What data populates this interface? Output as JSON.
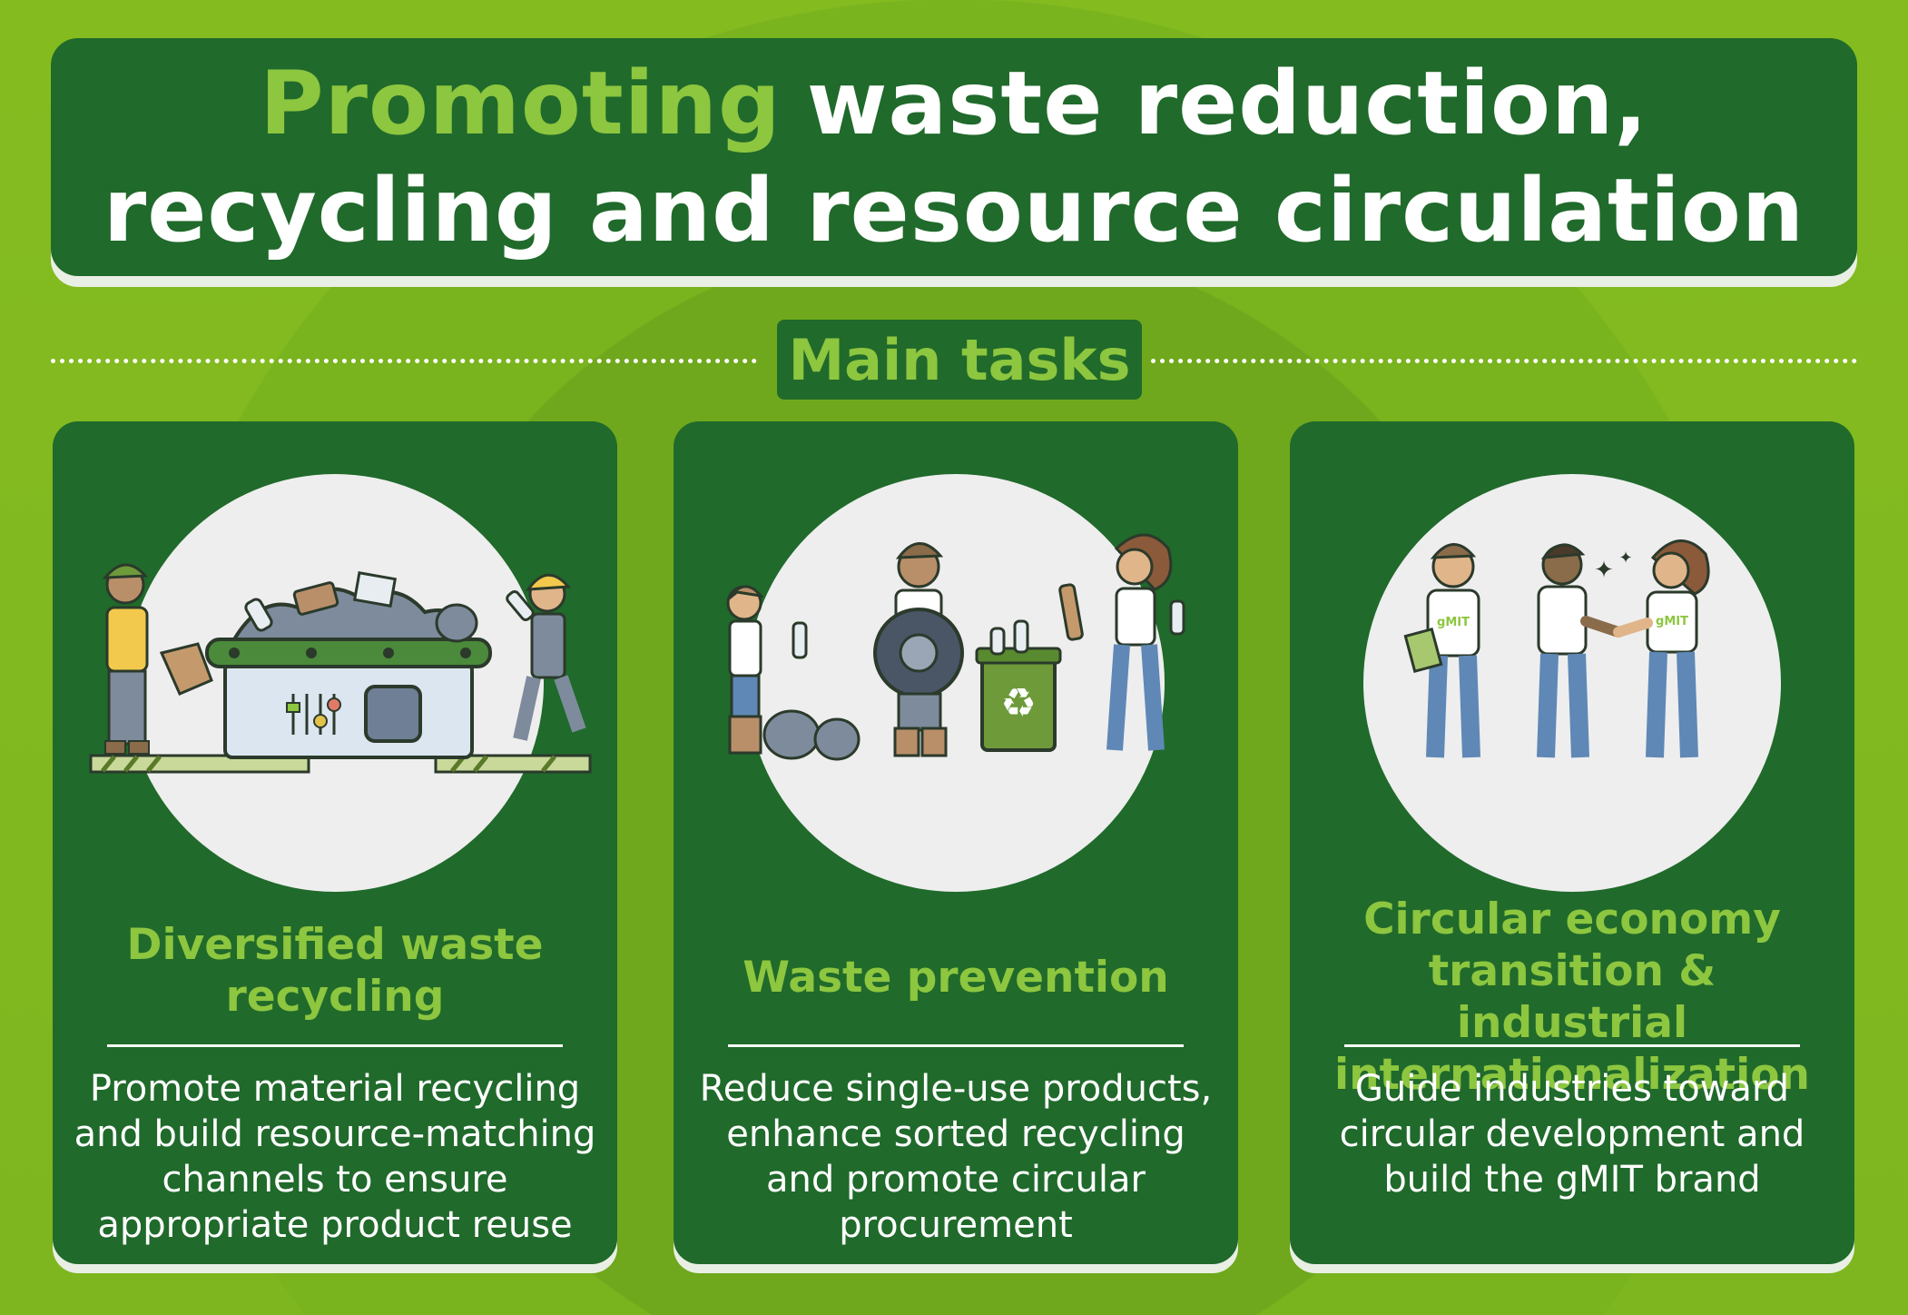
{
  "title": {
    "accent": "Promoting",
    "line1_rest": "waste reduction,",
    "line2": "recycling and resource circulation"
  },
  "section_label": "Main tasks",
  "cards": [
    {
      "title": "Diversified waste recycling",
      "description": "Promote material recycling and build resource-matching channels to ensure appropriate product reuse",
      "illustration": "workers-sorting-waste-conveyor-illustration"
    },
    {
      "title": "Waste prevention",
      "description": "Reduce single-use products, enhance sorted recycling and promote circular procurement",
      "illustration": "people-recycling-bin-illustration"
    },
    {
      "title": "Circular economy transition & industrial internationalization",
      "description": "Guide industries toward circular development and build the gMIT brand",
      "illustration": "people-handshake-gmit-illustration"
    }
  ],
  "shirt_text": "gMIT",
  "colors": {
    "background": "#86bd1f",
    "dark_green": "#206a2b",
    "accent_green": "#8dc63f",
    "text": "#ffffff"
  }
}
